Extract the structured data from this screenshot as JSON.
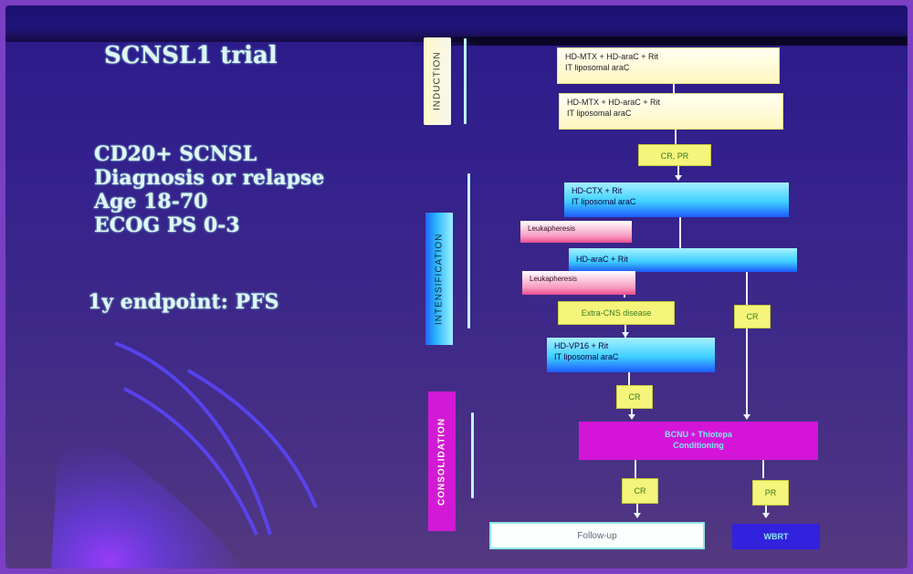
{
  "slide": {
    "title": "SCNSL1 trial",
    "criteria": [
      "CD20+ SCNSL",
      "Diagnosis or relapse",
      "Age 18-70",
      "ECOG PS 0-3"
    ],
    "endpoint": "1y endpoint: PFS"
  },
  "phases": {
    "induction": "INDUCTION",
    "intensification": "INTENSIFICATION",
    "consolidation": "CONSOLIDATION"
  },
  "flow": {
    "induction_1": {
      "line1": "HD-MTX + HD-araC + Rit",
      "line2": "IT liposomal araC"
    },
    "induction_2": {
      "line1": "HD-MTX + HD-araC + Rit",
      "line2": "IT liposomal araC"
    },
    "cr_pr": "CR, PR",
    "hd_ctx": {
      "line1": "HD-CTX + Rit",
      "line2": "IT liposomal araC"
    },
    "leukapheresis_1": "Leukapheresis",
    "hd_arac": "HD-araC + Rit",
    "leukapheresis_2": "Leukapheresis",
    "extra_cns": "Extra-CNS disease",
    "cr_right": "CR",
    "hd_vp16": {
      "line1": "HD-VP16 + Rit",
      "line2": "IT liposomal araC"
    },
    "cr_mid": "CR",
    "conditioning": {
      "line1": "BCNU + Thiotepa",
      "line2": "Conditioning"
    },
    "cr_bottom": "CR",
    "pr_bottom": "PR",
    "follow_up": "Follow-up",
    "wbrt": "WBRT"
  },
  "colors": {
    "slide_bg": "#2a1a8a",
    "frame": "#7b3fc4",
    "text": "#dff6f4",
    "induction": "#fff6c0",
    "intensification": "#3ed0ff",
    "consolidation": "#d415d8",
    "response": "#f4f57a"
  }
}
